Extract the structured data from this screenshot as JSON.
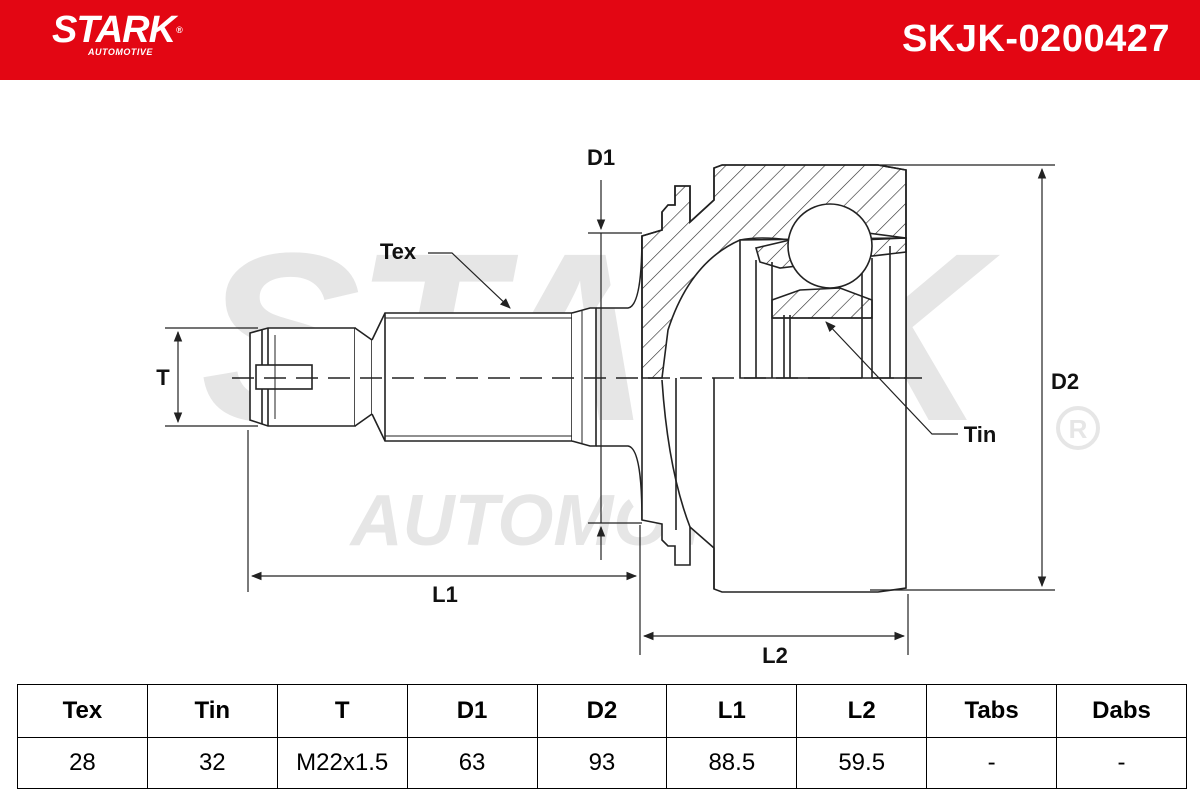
{
  "header": {
    "brand_name": "STARK",
    "brand_registered": "®",
    "brand_subtitle": "AUTOMOTIVE",
    "part_number": "SKJK-0200427",
    "accent_color": "#e30613"
  },
  "watermark": {
    "main": "STARK",
    "sub": "AUTOMOTIVE",
    "registered": "®",
    "color": "#e6e6e6"
  },
  "drawing": {
    "labels": {
      "tex": "Tex",
      "tin": "Tin",
      "t": "T",
      "d1": "D1",
      "d2": "D2",
      "l1": "L1",
      "l2": "L2"
    }
  },
  "table": {
    "headers": [
      "Tex",
      "Tin",
      "T",
      "D1",
      "D2",
      "L1",
      "L2",
      "Tabs",
      "Dabs"
    ],
    "values": [
      "28",
      "32",
      "M22x1.5",
      "63",
      "93",
      "88.5",
      "59.5",
      "-",
      "-"
    ]
  }
}
